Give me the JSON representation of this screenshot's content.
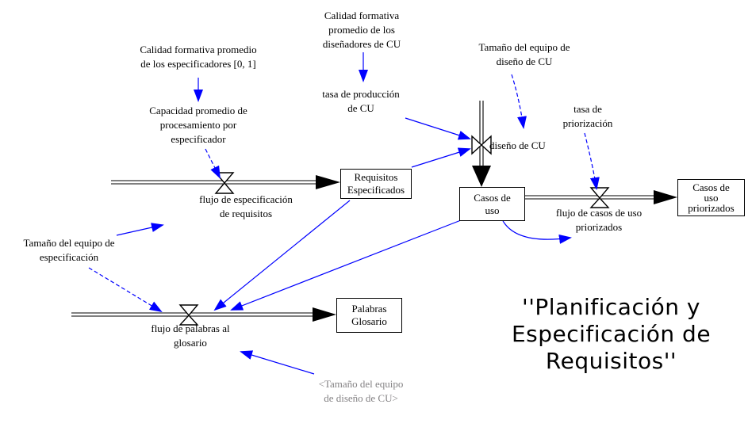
{
  "title": {
    "text": "''Planificación y\nEspecificación de\nRequisitos''"
  },
  "colors": {
    "connector_blue": "#0000ff",
    "flow_black": "#000000",
    "shadow_gray": "#848284"
  },
  "stocks": {
    "requisitos_especificados": "Requisitos\nEspecificados",
    "casos_de_uso": "Casos de\nuso",
    "casos_de_uso_priorizados": "Casos de\nuso\npriorizados",
    "palabras_glosario": "Palabras\nGlosario"
  },
  "flows": {
    "flujo_especificacion": "flujo de especificación\nde requisitos",
    "diseno_cu": "diseño de CU",
    "flujo_casos_priorizados": "flujo de casos de uso\npriorizados",
    "flujo_palabras": "flujo de palabras al\nglosario"
  },
  "variables": {
    "calidad_especificadores": "Calidad formativa promedio\nde los especificadores [0, 1]",
    "capacidad_promedio": "Capacidad promedio de\nprocesamiento por\nespecificador",
    "calidad_disenadores": "Calidad formativa\npromedio de los\ndiseñadores de CU",
    "tasa_produccion": "tasa de producción\nde CU",
    "tamano_equipo_diseno": "Tamaño del equipo de\ndiseño de CU",
    "tasa_priorizacion": "tasa de\npriorización",
    "tamano_equipo_especificacion": "Tamaño del equipo de\nespecificación",
    "shadow_tamano_equipo_diseno": "<Tamaño del equipo\nde diseño de CU>"
  }
}
